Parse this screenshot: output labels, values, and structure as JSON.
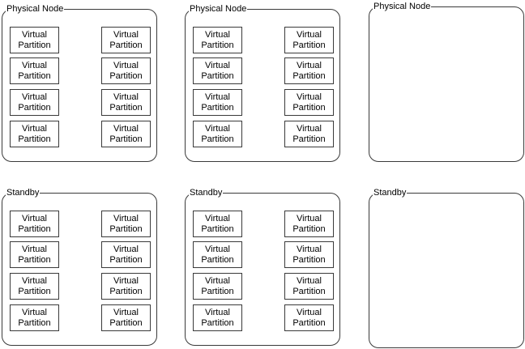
{
  "nodes": [
    {
      "label": "Physical Node",
      "partitions": [
        [
          "Virtual",
          "Partition"
        ],
        [
          "Virtual",
          "Partition"
        ],
        [
          "Virtual",
          "Partition"
        ],
        [
          "Virtual",
          "Partition"
        ],
        [
          "Virtual",
          "Partition"
        ],
        [
          "Virtual",
          "Partition"
        ],
        [
          "Virtual",
          "Partition"
        ],
        [
          "Virtual",
          "Partition"
        ]
      ]
    },
    {
      "label": "Physical Node",
      "partitions": [
        [
          "Virtual",
          "Partition"
        ],
        [
          "Virtual",
          "Partition"
        ],
        [
          "Virtual",
          "Partition"
        ],
        [
          "Virtual",
          "Partition"
        ],
        [
          "Virtual",
          "Partition"
        ],
        [
          "Virtual",
          "Partition"
        ],
        [
          "Virtual",
          "Partition"
        ],
        [
          "Virtual",
          "Partition"
        ]
      ]
    },
    {
      "label": "Physical Node",
      "partitions": []
    },
    {
      "label": "Standby",
      "partitions": [
        [
          "Virtual",
          "Partition"
        ],
        [
          "Virtual",
          "Partition"
        ],
        [
          "Virtual",
          "Partition"
        ],
        [
          "Virtual",
          "Partition"
        ],
        [
          "Virtual",
          "Partition"
        ],
        [
          "Virtual",
          "Partition"
        ],
        [
          "Virtual",
          "Partition"
        ],
        [
          "Virtual",
          "Partition"
        ]
      ]
    },
    {
      "label": "Standby",
      "partitions": [
        [
          "Virtual",
          "Partition"
        ],
        [
          "Virtual",
          "Partition"
        ],
        [
          "Virtual",
          "Partition"
        ],
        [
          "Virtual",
          "Partition"
        ],
        [
          "Virtual",
          "Partition"
        ],
        [
          "Virtual",
          "Partition"
        ],
        [
          "Virtual",
          "Partition"
        ],
        [
          "Virtual",
          "Partition"
        ]
      ]
    },
    {
      "label": "Standby",
      "partitions": []
    }
  ]
}
